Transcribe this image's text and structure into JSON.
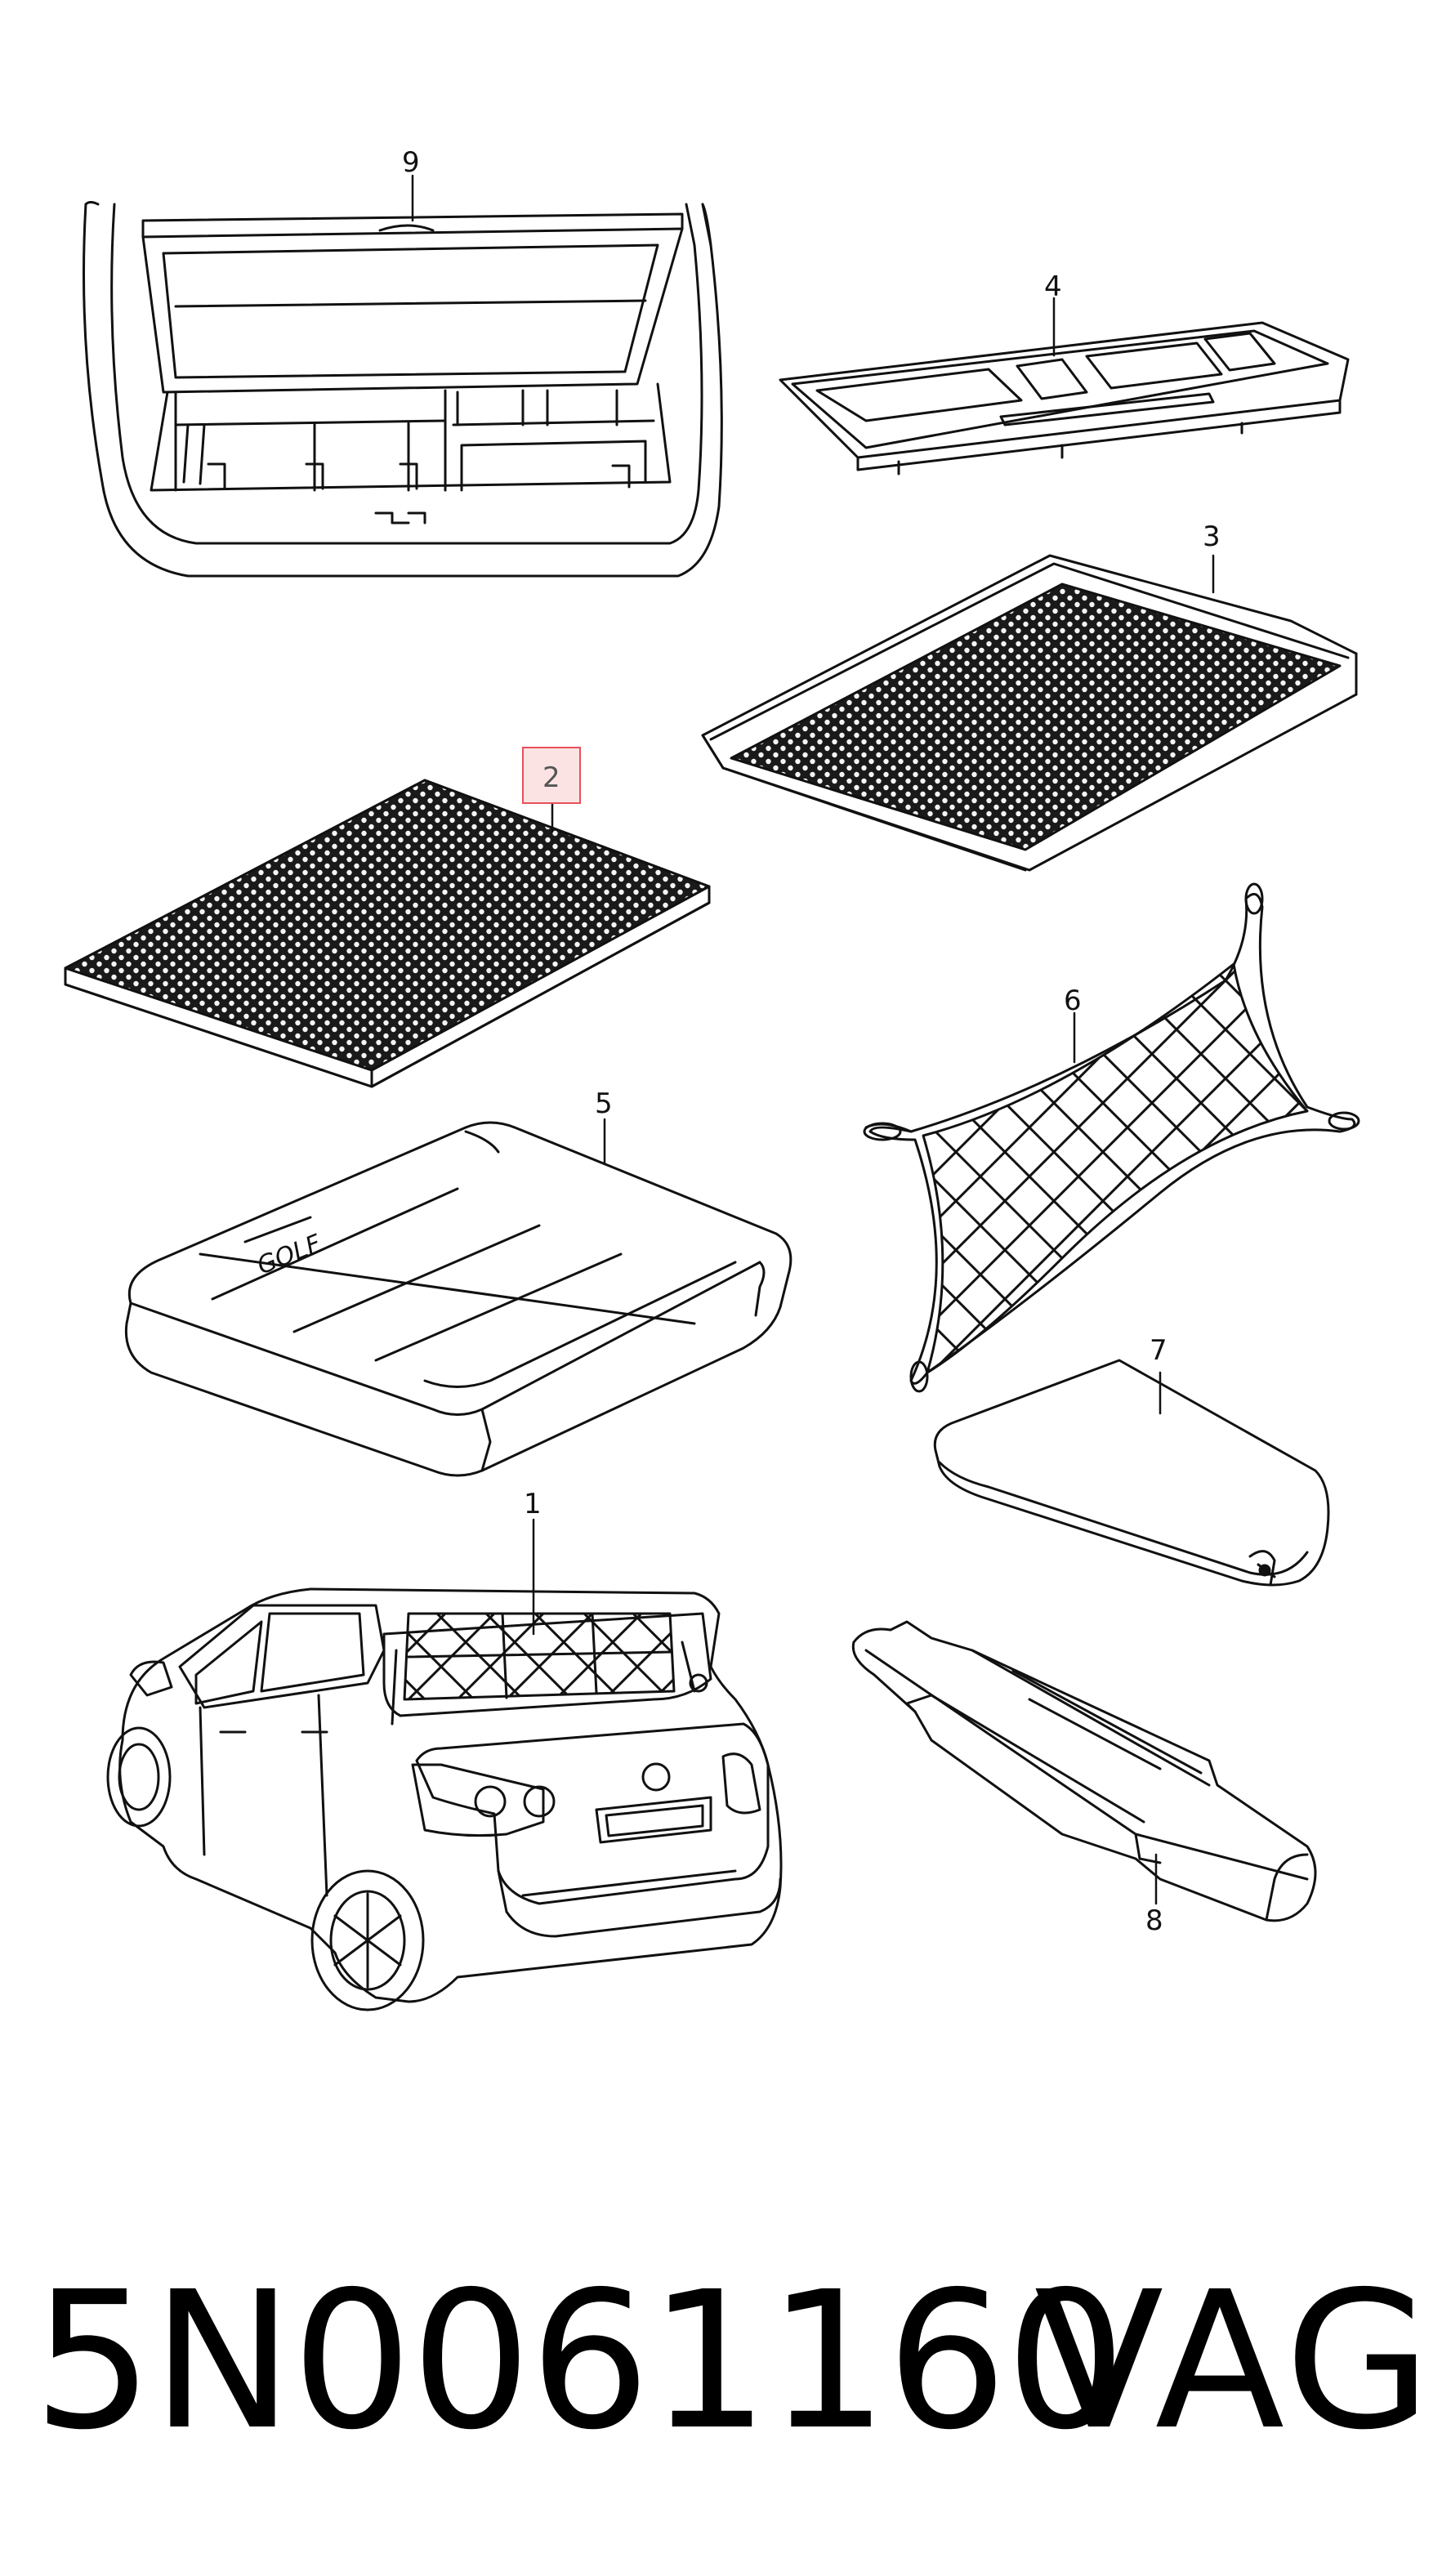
{
  "diagram": {
    "callouts": [
      {
        "id": "1",
        "label": "1"
      },
      {
        "id": "2",
        "label": "2",
        "highlighted": true
      },
      {
        "id": "3",
        "label": "3"
      },
      {
        "id": "4",
        "label": "4"
      },
      {
        "id": "5",
        "label": "5"
      },
      {
        "id": "6",
        "label": "6"
      },
      {
        "id": "7",
        "label": "7"
      },
      {
        "id": "8",
        "label": "8"
      },
      {
        "id": "9",
        "label": "9"
      }
    ],
    "cushion_text": "GOLF",
    "highlight_color": "#e8505b",
    "highlight_fill": "#fbe3e4",
    "line_color": "#111111"
  },
  "footer": {
    "part_number": "5N0061160",
    "brand": "VAG"
  }
}
